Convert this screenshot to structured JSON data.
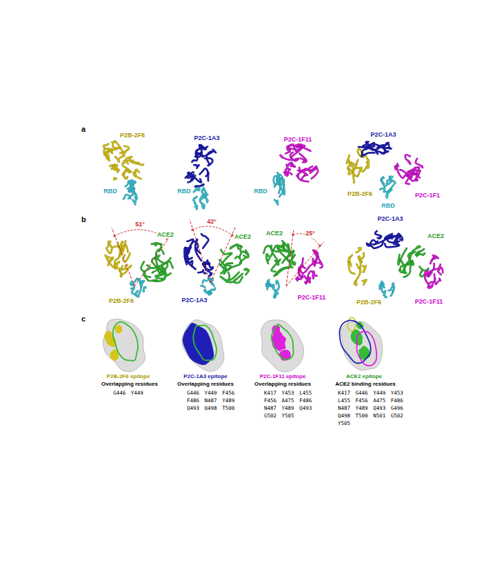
{
  "diagram": {
    "labels": [
      "a",
      "P2B-2F6",
      "RBD",
      "P2C-1A3",
      "RBD",
      "P2C-1F11",
      "RBD",
      "P2C-1A3",
      "P2B-2F6",
      "RBD",
      "P2C-1F1",
      "b",
      "51°",
      "ACE2",
      "P2B-2F6",
      "42°",
      "ACE2",
      "P2C-1A3",
      "ACE2",
      "25°",
      "P2C-1F11",
      "P2C-1A3",
      "ACE2",
      "P2B-2F6",
      "P2C-1F11",
      "c",
      "P2B-2F6 epitope",
      "Overlapping residues",
      "G446 Y449",
      "P2C-1A3 epitope",
      "Overlapping residues",
      "G446 Y449 F456",
      "F486 N487 Y489",
      "Q493 Q498 T500",
      "P2C-1F11 epitope",
      "Overlapping residues",
      "K417 Y453 L455",
      "F456 A475 F486",
      "N487 Y489 Q493",
      "G502 Y505",
      "ACE2 epitope",
      "ACE2 binding residues",
      "K417 G446 Y449 Y453",
      "L455 F456 A475 F486",
      "N487 Y489 Q493 G496",
      "Q498 T500 N501 G502",
      "Y505"
    ]
  }
}
